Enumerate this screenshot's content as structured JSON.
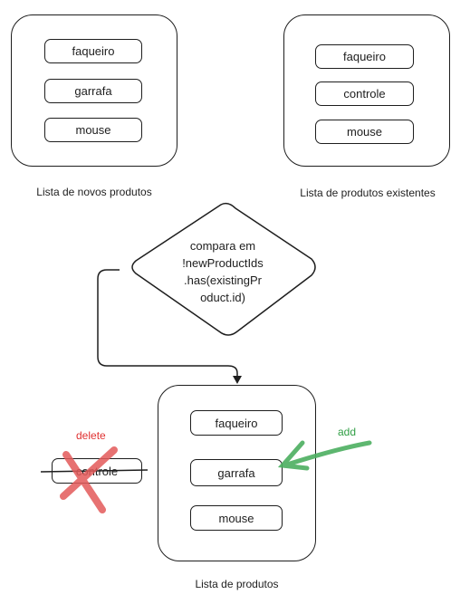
{
  "new_products": {
    "caption": "Lista de novos produtos",
    "items": [
      "faqueiro",
      "garrafa",
      "mouse"
    ]
  },
  "existing_products": {
    "caption": "Lista de produtos existentes",
    "items": [
      "faqueiro",
      "controle",
      "mouse"
    ]
  },
  "decision": {
    "lines": [
      "compara em",
      "!newProductIds",
      ".has(existingPr",
      "oduct.id)"
    ]
  },
  "result": {
    "caption": "Lista de produtos",
    "items": [
      "faqueiro",
      "garrafa",
      "mouse"
    ]
  },
  "removed": {
    "label": "delete",
    "item": "controle",
    "color": "#e03131"
  },
  "added": {
    "label": "add",
    "color": "#2f9e44"
  }
}
